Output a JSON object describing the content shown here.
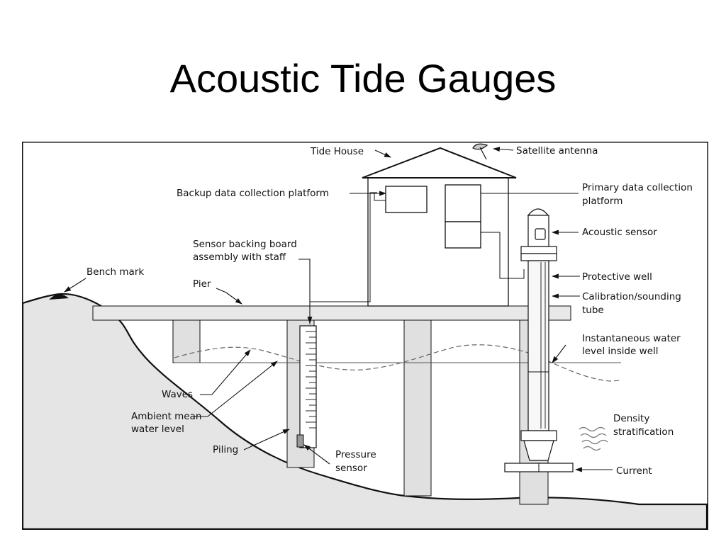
{
  "slide": {
    "title": "Acoustic Tide Gauges"
  },
  "diagram": {
    "labels": {
      "tide_house": "Tide House",
      "satellite_antenna": "Satellite antenna",
      "backup_platform": "Backup data collection platform",
      "primary_platform_line1": "Primary data collection",
      "primary_platform_line2": "platform",
      "acoustic_sensor": "Acoustic sensor",
      "sensor_board_line1": "Sensor backing board",
      "sensor_board_line2": "assembly with staff",
      "bench_mark": "Bench mark",
      "pier": "Pier",
      "protective_well": "Protective well",
      "calibration_line1": "Calibration/sounding",
      "calibration_line2": "tube",
      "instant_level_line1": "Instantaneous water",
      "instant_level_line2": "level inside well",
      "waves": "Waves",
      "ambient_line1": "Ambient mean",
      "ambient_line2": "water level",
      "density_line1": "Density",
      "density_line2": "stratification",
      "piling": "Piling",
      "pressure_line1": "Pressure",
      "pressure_line2": "sensor",
      "current": "Current"
    }
  }
}
